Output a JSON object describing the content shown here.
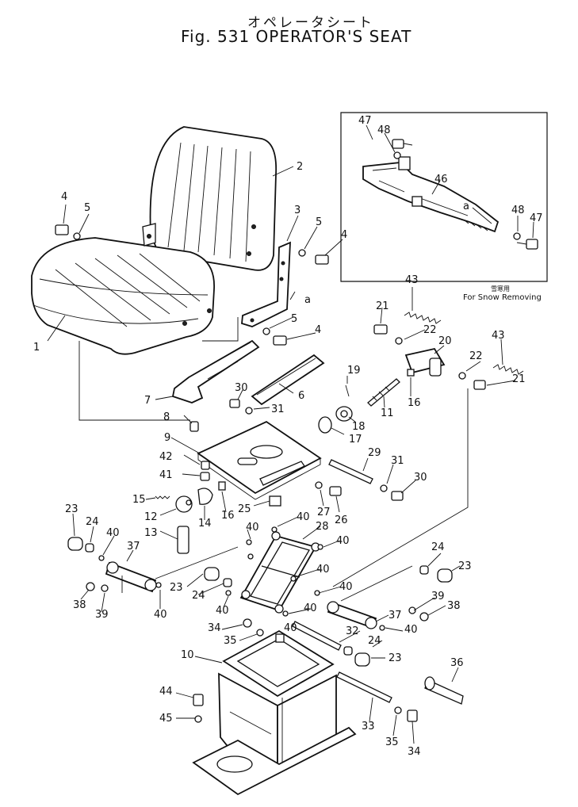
{
  "figure": {
    "title_jp": "オペレータシート",
    "title_en": "Fig. 531 OPERATOR'S SEAT",
    "inset_note_jp": "雪寒用",
    "inset_note_en": "For Snow Removing",
    "callout_a": "a"
  },
  "part_labels": {
    "p1": "1",
    "p2": "2",
    "p3": "3",
    "p4a": "4",
    "p4b": "4",
    "p4c": "4",
    "p5a": "5",
    "p5b": "5",
    "p5c": "5",
    "p6": "6",
    "p7": "7",
    "p8": "8",
    "p9": "9",
    "p10": "10",
    "p11": "11",
    "p12": "12",
    "p13": "13",
    "p14": "14",
    "p15": "15",
    "p16a": "16",
    "p16b": "16",
    "p17": "17",
    "p18": "18",
    "p19": "19",
    "p20": "20",
    "p21a": "21",
    "p21b": "21",
    "p22a": "22",
    "p22b": "22",
    "p23a": "23",
    "p23b": "23",
    "p23c": "23",
    "p23d": "23",
    "p24a": "24",
    "p24b": "24",
    "p24c": "24",
    "p24d": "24",
    "p25": "25",
    "p26": "26",
    "p27": "27",
    "p28": "28",
    "p29": "29",
    "p30a": "30",
    "p30b": "30",
    "p31a": "31",
    "p31b": "31",
    "p32": "32",
    "p33": "33",
    "p34a": "34",
    "p34b": "34",
    "p35a": "35",
    "p35b": "35",
    "p36": "36",
    "p37a": "37",
    "p37b": "37",
    "p38a": "38",
    "p38b": "38",
    "p39a": "39",
    "p39b": "39",
    "p40a": "40",
    "p40b": "40",
    "p40c": "40",
    "p40d": "40",
    "p40e": "40",
    "p40f": "40",
    "p40g": "40",
    "p40h": "40",
    "p40i": "40",
    "p40j": "40",
    "p40k": "40",
    "p41": "41",
    "p42": "42",
    "p43a": "43",
    "p43b": "43",
    "p44": "44",
    "p45": "45",
    "p46": "46",
    "p47a": "47",
    "p47b": "47",
    "p48a": "48",
    "p48b": "48"
  }
}
